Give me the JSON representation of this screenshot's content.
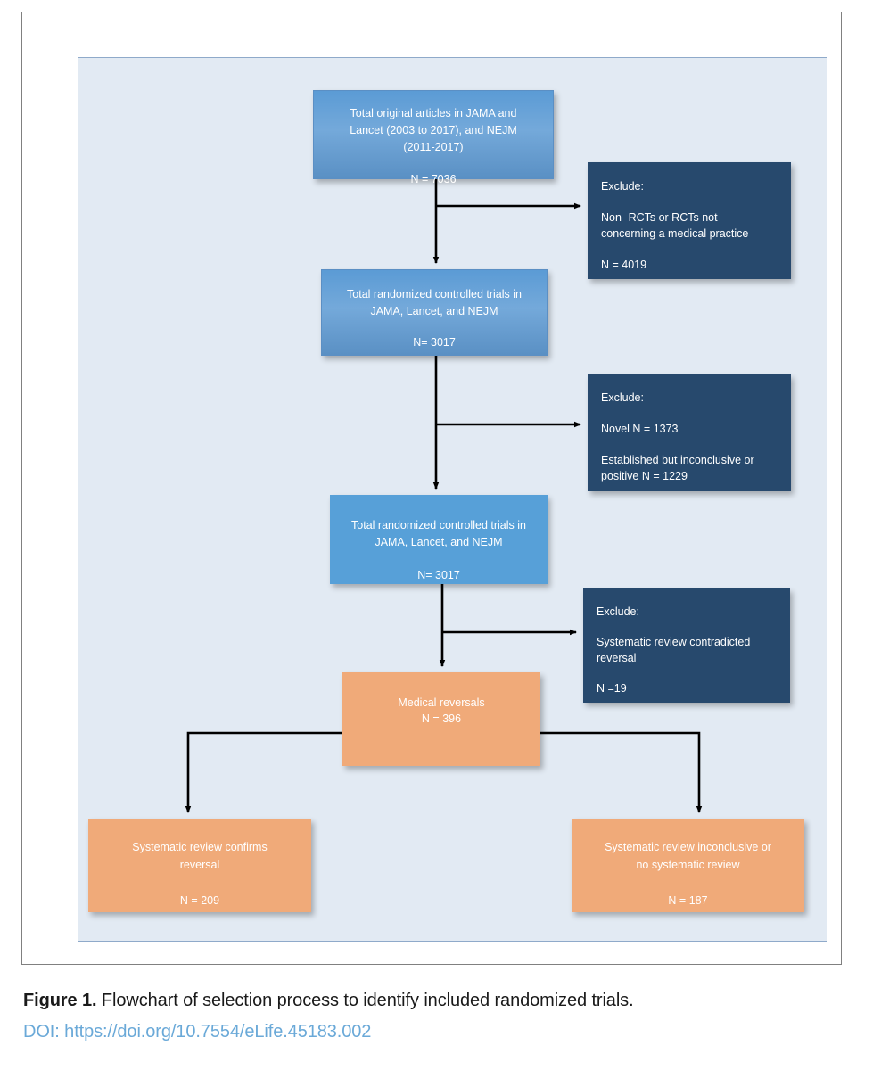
{
  "figure": {
    "caption_label": "Figure 1.",
    "caption_text": " Flowchart of selection process to identify included randomized trials.",
    "doi": "DOI: https://doi.org/10.7554/eLife.45183.002"
  },
  "colors": {
    "canvas_background": "#e2eaf3",
    "canvas_border": "#8faaca",
    "frame_border": "#808080",
    "blue_box": "#5b9bd5",
    "blue_flat_box": "#57a0d8",
    "navy_box": "#27496d",
    "orange_box": "#f0aa79",
    "connector": "#000000",
    "doi_link": "#6aa9d8"
  },
  "chart_data": {
    "type": "diagram",
    "title": "Flowchart of selection process to identify included randomized trials",
    "nodes": [
      {
        "id": "total_articles",
        "label": "Total original articles in JAMA and Lancet (2003 to 2017), and NEJM (2011-2017)",
        "n": 7036,
        "style": "blue"
      },
      {
        "id": "rct_1",
        "label": "Total randomized controlled trials in JAMA, Lancet, and NEJM",
        "n": 3017,
        "style": "blue"
      },
      {
        "id": "exclude_1",
        "label": "Non- RCTs or RCTs not concerning a medical practice",
        "n": 4019,
        "style": "navy"
      },
      {
        "id": "rct_2",
        "label": "Total randomized controlled trials in JAMA, Lancet, and NEJM",
        "n": 3017,
        "style": "blue"
      },
      {
        "id": "exclude_2",
        "label": "Novel / Established but inconclusive or positive",
        "n": [
          1373,
          1229
        ],
        "style": "navy"
      },
      {
        "id": "medical_reversals",
        "label": "Medical reversals",
        "n": 396,
        "style": "orange"
      },
      {
        "id": "exclude_3",
        "label": "Systematic review contradicted reversal",
        "n": 19,
        "style": "navy"
      },
      {
        "id": "confirms",
        "label": "Systematic review confirms reversal",
        "n": 209,
        "style": "orange"
      },
      {
        "id": "inconclusive",
        "label": "Systematic review inconclusive or no systematic review",
        "n": 187,
        "style": "orange"
      }
    ],
    "edges": [
      {
        "from": "total_articles",
        "to": "exclude_1"
      },
      {
        "from": "total_articles",
        "to": "rct_1"
      },
      {
        "from": "rct_1",
        "to": "exclude_2"
      },
      {
        "from": "rct_1",
        "to": "rct_2"
      },
      {
        "from": "rct_2",
        "to": "exclude_3"
      },
      {
        "from": "rct_2",
        "to": "medical_reversals"
      },
      {
        "from": "medical_reversals",
        "to": "confirms"
      },
      {
        "from": "medical_reversals",
        "to": "inconclusive"
      }
    ]
  },
  "nodes": {
    "total_articles": {
      "line1": "Total original articles in JAMA and",
      "line2": "Lancet (2003 to 2017), and NEJM",
      "line3": "(2011-2017)",
      "n": "N = 7036"
    },
    "rct_1": {
      "line1": "Total randomized controlled trials in",
      "line2": "JAMA, Lancet, and NEJM",
      "n": "N= 3017"
    },
    "rct_2": {
      "line1": "Total randomized controlled trials in",
      "line2": "JAMA, Lancet, and NEJM",
      "n": "N= 3017"
    },
    "exclude_1": {
      "heading": "Exclude:",
      "line1": "Non- RCTs or RCTs not",
      "line2": "concerning a medical practice",
      "n": "N = 4019"
    },
    "exclude_2": {
      "heading": "Exclude:",
      "line1": "Novel N = 1373",
      "line2": "Established but inconclusive or",
      "line3": "positive N = 1229"
    },
    "exclude_3": {
      "heading": "Exclude:",
      "line1": "Systematic review contradicted",
      "line2": "reversal",
      "n": "N =19"
    },
    "medical_reversals": {
      "line1": "Medical reversals",
      "n": "N = 396"
    },
    "confirms": {
      "line1": "Systematic review confirms",
      "line2": "reversal",
      "n": "N = 209"
    },
    "inconclusive": {
      "line1": "Systematic review inconclusive or",
      "line2": "no systematic review",
      "n": "N = 187"
    }
  }
}
